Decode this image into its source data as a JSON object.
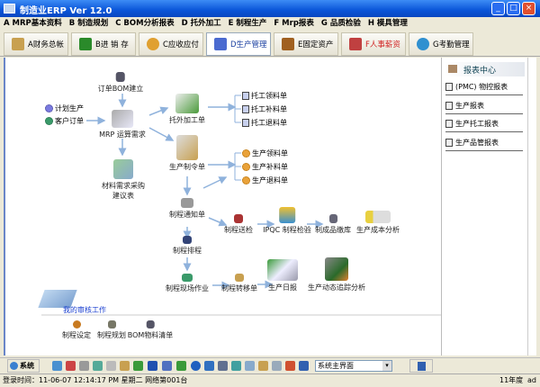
{
  "window": {
    "title": "制造业ERP Ver 12.0",
    "minimize": "_",
    "maximize": "□",
    "close": "×"
  },
  "menu": [
    "A MRP基本资料",
    "B 制造规划",
    "C BOM分析报表",
    "D 托外加工",
    "E 制程生产",
    "F Mrp报表",
    "G 品质检验",
    "H 模具管理"
  ],
  "tabs": [
    {
      "label": "A财务总帐",
      "color": "#c8a050"
    },
    {
      "label": "B进 销 存",
      "color": "#2a8a2a"
    },
    {
      "label": "C应收应付",
      "color": "#e0a030"
    },
    {
      "label": "D生产管理",
      "color": "#4a6ad0",
      "active": true
    },
    {
      "label": "E固定资产",
      "color": "#a06020"
    },
    {
      "label": "F人事薪资",
      "color": "#c04040",
      "label_color": "#d02020"
    },
    {
      "label": "G考勤管理",
      "color": "#3090d0"
    }
  ],
  "flow": {
    "order_bom": "订单BOM建立",
    "plan_production": "计划生产",
    "customer_order": "客户订单",
    "mrp": "MRP 运算需求",
    "outsource_order": "托外加工单",
    "outsource_issue": "托工领料单",
    "outsource_supplement": "托工补料单",
    "outsource_return": "托工退料单",
    "production_order": "生产制令单",
    "prod_issue": "生产领料单",
    "prod_supplement": "生产补料单",
    "prod_return": "生产退料单",
    "purchase_suggest_1": "材料需求采购",
    "purchase_suggest_2": "建议表",
    "process_notice": "制程通知单",
    "process_inspect": "制程送检",
    "ipqc": "IPQC 制程检验",
    "finished_stock": "制成品缴库",
    "cost_analysis": "生产成本分析",
    "process_schedule": "制程排程",
    "process_site": "制程现场作业",
    "process_transfer": "制程转移单",
    "daily_report": "生产日报",
    "dynamic_tracking": "生产动态追踪分析"
  },
  "audit": {
    "title": "我的审核工作",
    "items": [
      "制程设定",
      "制程规划",
      "BOM物料清单"
    ]
  },
  "reports": {
    "title": "报表中心",
    "items": [
      "(PMC) 物控报表",
      "生产报表",
      "生产托工报表",
      "生产品管报表"
    ]
  },
  "toolbar": {
    "system": "系统",
    "view_select": "系统主界面"
  },
  "status": {
    "login": "登录时间：11-06-07 12:14:17 PM  星期二   网络第001台",
    "year": "11年度",
    "user": "ad"
  }
}
